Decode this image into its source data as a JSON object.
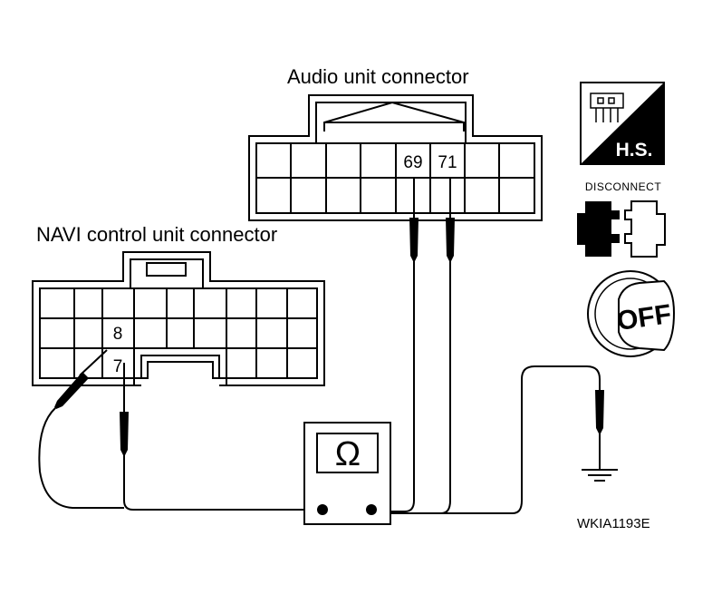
{
  "audio_connector": {
    "label": "Audio unit connector",
    "pins": [
      "69",
      "71"
    ]
  },
  "navi_connector": {
    "label": "NAVI control unit connector",
    "pins": [
      "8",
      "7"
    ]
  },
  "meter": {
    "symbol": "Ω"
  },
  "icons": {
    "hs_badge": "H.S.",
    "disconnect_label": "DISCONNECT",
    "ignition_state": "OFF"
  },
  "figure_code": "WKIA1193E"
}
